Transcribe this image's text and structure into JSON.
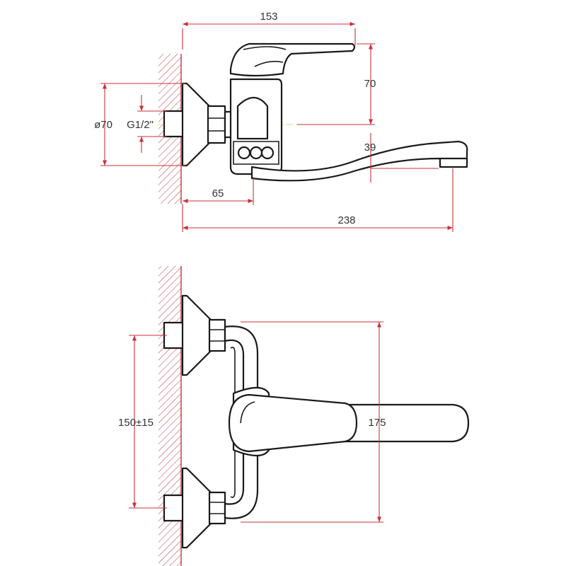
{
  "colors": {
    "outline": "#1a1a1a",
    "dimension": "#c8323a",
    "hatch": "#b8383e",
    "centerline": "#e8d48a",
    "text": "#333333"
  },
  "side_view": {
    "dimensions": {
      "top_width": "153",
      "height": "70",
      "diameter": "ø70",
      "thread": "G1/2\"",
      "spout_offset": "39",
      "wall_to_body": "65",
      "total_reach": "238"
    }
  },
  "top_view": {
    "dimensions": {
      "inlet_spacing": "150±15",
      "body_length": "175"
    }
  }
}
